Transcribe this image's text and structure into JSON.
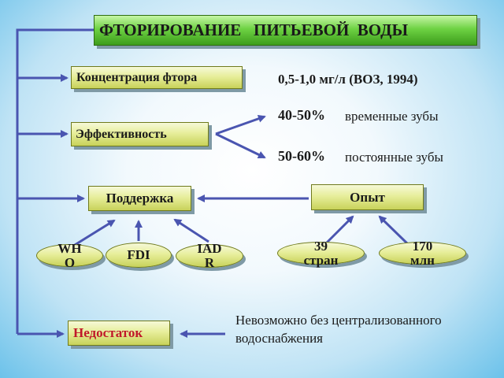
{
  "title": "ФТОРИРОВАНИЕ   ПИТЬЕВОЙ  ВОДЫ",
  "concentration": {
    "label": "Концентрация фтора",
    "value": "0,5-1,0 мг/л (ВОЗ, 1994)"
  },
  "effectiveness": {
    "label": "Эффективность",
    "temporary": {
      "percent": "40-50%",
      "text": "временные зубы"
    },
    "permanent": {
      "percent": "50-60%",
      "text": "постоянные зубы"
    }
  },
  "support": {
    "label": "Поддержка",
    "orgs": [
      "WHO",
      "FDI",
      "IADR"
    ]
  },
  "experience": {
    "label": "Опыт",
    "items": [
      "39 стран",
      "170 млн"
    ]
  },
  "drawback": {
    "label": "Недостаток",
    "text_line1": "Невозможно без централизованного",
    "text_line2": "водоснабжения"
  },
  "colors": {
    "title_box": "#6ed243",
    "label_box": "#e7ee9b",
    "connector": "#4a55b0",
    "drawback_text": "#c0182a"
  }
}
